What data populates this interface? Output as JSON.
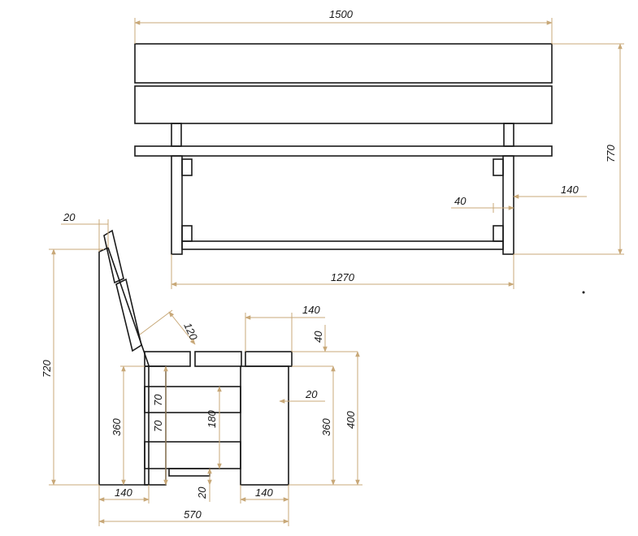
{
  "colors": {
    "outline": "#1a1a1a",
    "dimension_line": "#c8a878",
    "background": "#ffffff"
  },
  "dimensions": {
    "top_width": "1500",
    "total_height": "770",
    "leg_offset": "140",
    "slot": "40",
    "inner_width": "1270",
    "back_offset": "20",
    "side_height": "720",
    "backrest_board": "120",
    "leg_width_top": "140",
    "seat_board": "40",
    "seat_overhang": "20",
    "leg_height_left": "360",
    "rail_a": "70",
    "rail_b": "70",
    "gap_height": "180",
    "leg_height_right": "360",
    "seat_height": "400",
    "bottom_gap": "20",
    "leg_width_left": "140",
    "leg_width_right": "140",
    "side_depth": "570"
  }
}
